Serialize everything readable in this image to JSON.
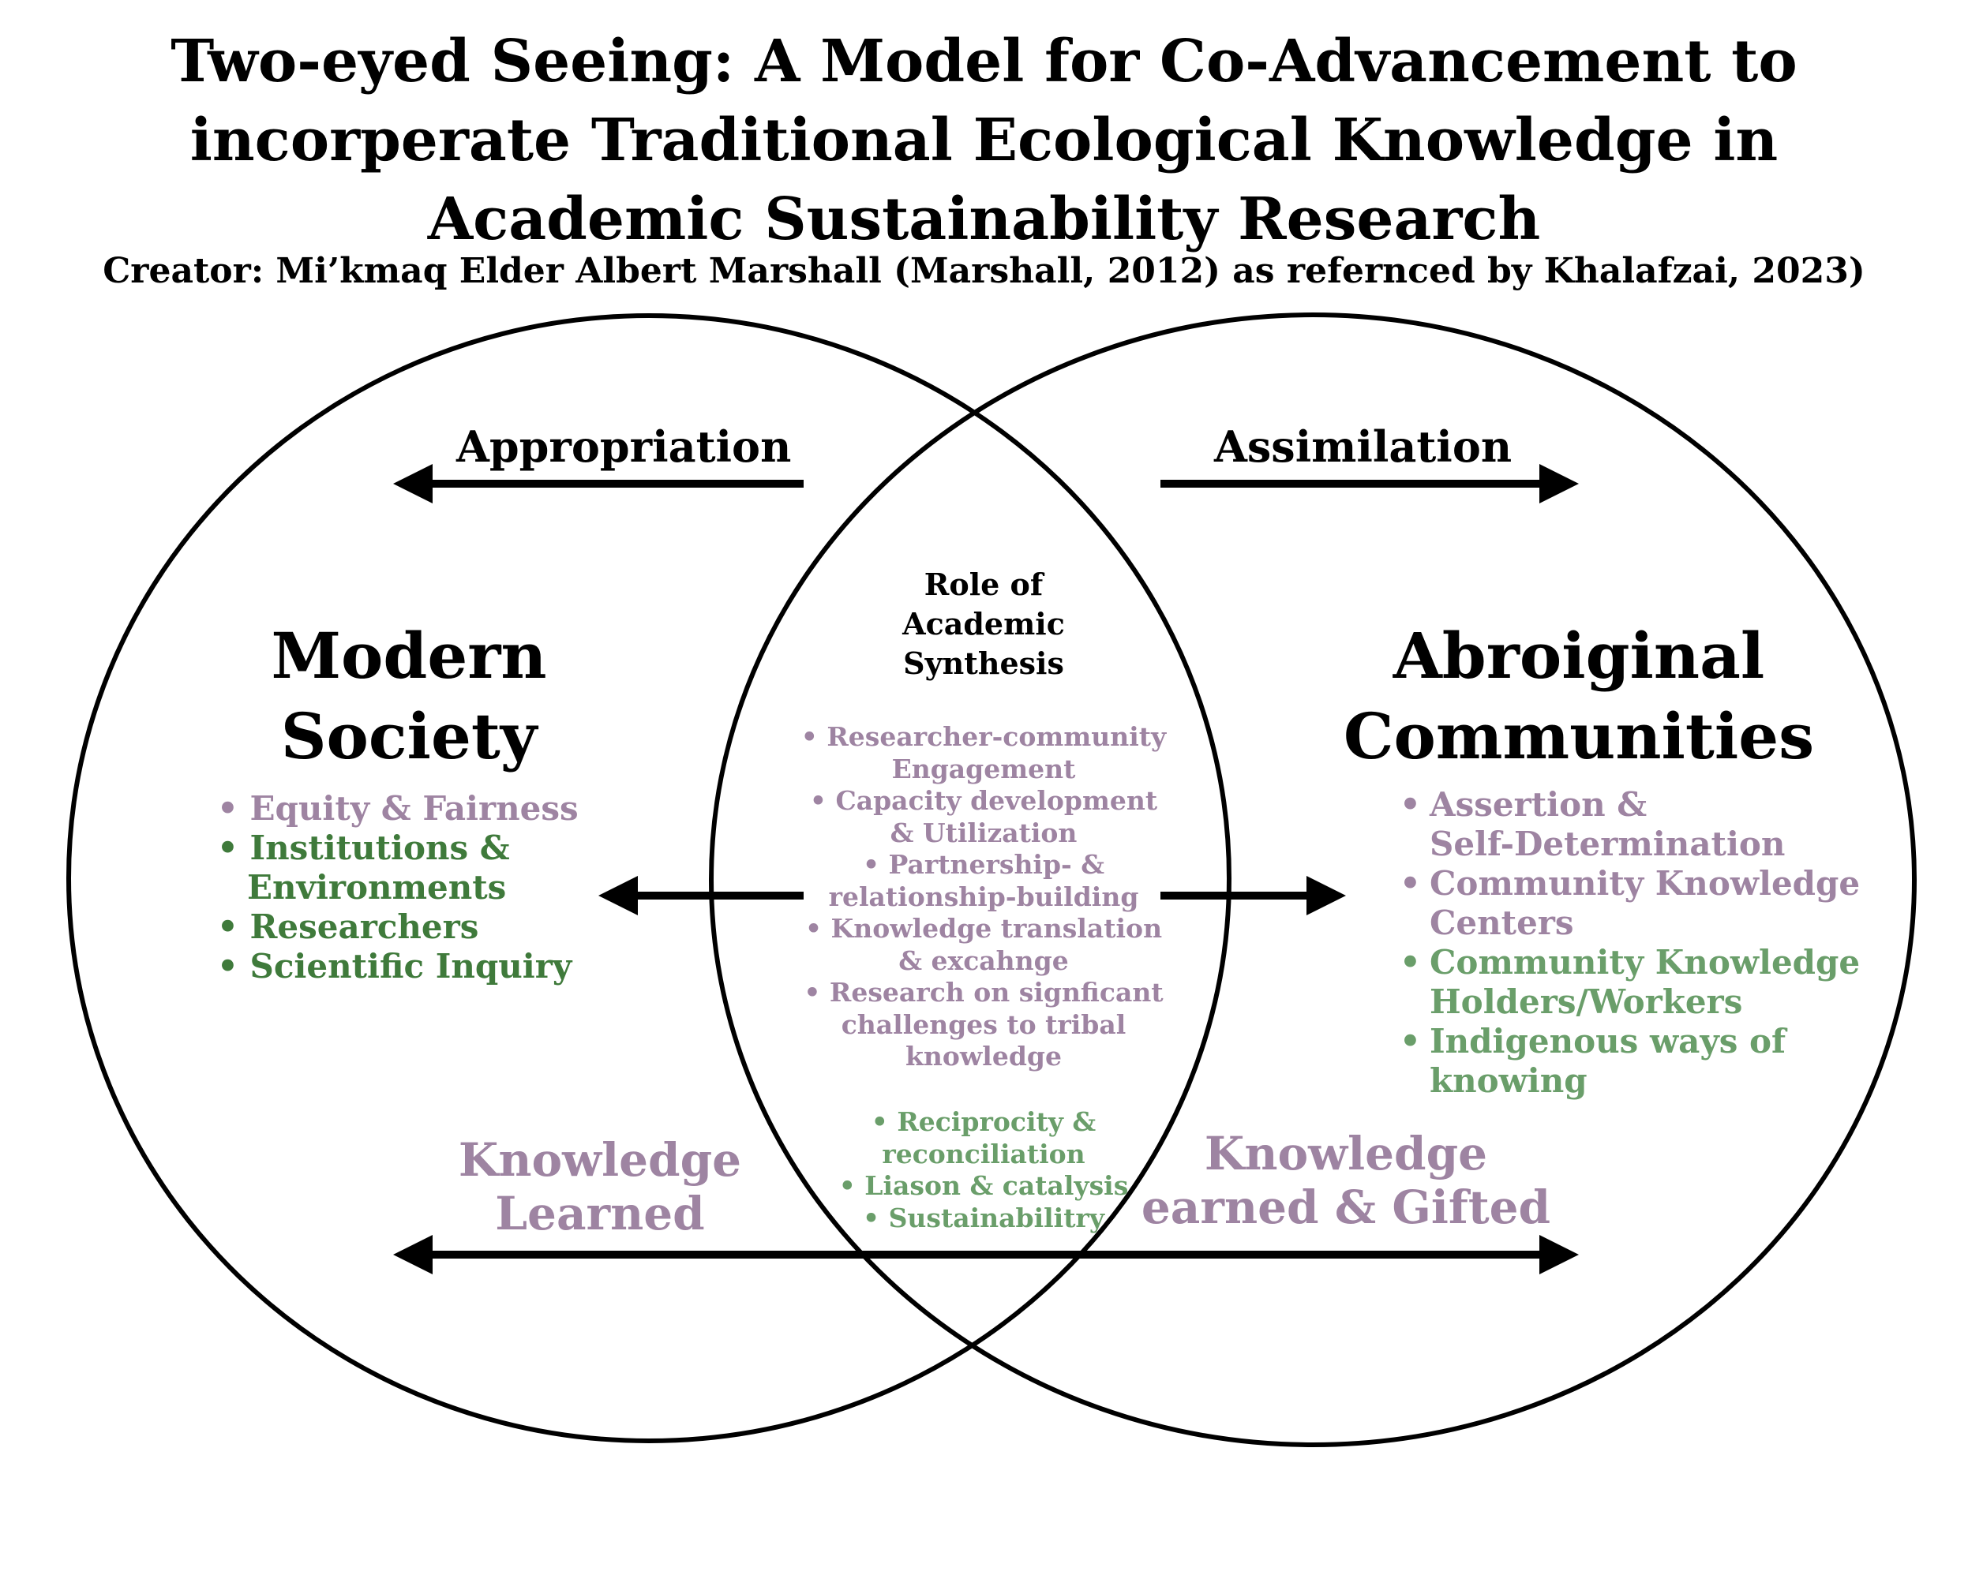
{
  "title": {
    "line1": "Two-eyed Seeing: A Model for Co-Advancement to",
    "line2": "incorperate Traditional Ecological Knowledge in",
    "line3": "Academic Sustainability Research"
  },
  "subtitle": "Creator: Mi’kmaq Elder Albert Marshall (Marshall, 2012) as refernced by Khalafzai, 2023)",
  "arrows": {
    "appropriation": "Appropriation",
    "assimilation": "Assimilation"
  },
  "left": {
    "heading_line1": "Modern",
    "heading_line2": "Society",
    "items": [
      {
        "bullet": "•",
        "text": "Equity & Fairness",
        "tone": "purple"
      },
      {
        "bullet": "•",
        "text": "Institutions &",
        "tone": "green"
      },
      {
        "bullet": "",
        "text": "Environments",
        "tone": "green"
      },
      {
        "bullet": "•",
        "text": "Researchers",
        "tone": "green"
      },
      {
        "bullet": "•",
        "text": "Scientific Inquiry",
        "tone": "green"
      }
    ]
  },
  "right": {
    "heading_line1": "Abroiginal",
    "heading_line2": "Communities",
    "items": [
      {
        "text": "Assertion &",
        "cont": "Self-Determination",
        "tone": "purple"
      },
      {
        "text": "Community Knowledge",
        "cont": "Centers",
        "tone": "purple"
      },
      {
        "text": "Community Knowledge",
        "cont": "Holders/Workers",
        "tone": "green"
      },
      {
        "text": "Indigenous ways of",
        "cont": "knowing",
        "tone": "green"
      }
    ]
  },
  "center": {
    "title_line1": "Role of",
    "title_line2": "Academic",
    "title_line3": "Synthesis",
    "items_purple": [
      {
        "line1": "• Researcher-community",
        "line2": "Engagement"
      },
      {
        "line1": "• Capacity development",
        "line2": "& Utilization"
      },
      {
        "line1": "• Partnership- &",
        "line2": "relationship-building"
      },
      {
        "line1": "• Knowledge translation",
        "line2": "& excahnge"
      },
      {
        "line1": "• Research on signficant",
        "line2": "challenges to tribal",
        "line3": "knowledge"
      }
    ],
    "items_green": [
      {
        "line1": "• Reciprocity &",
        "line2": "reconciliation"
      },
      {
        "line1": "• Liason & catalysis"
      },
      {
        "line1": "• Sustainabilitry"
      }
    ]
  },
  "bottom": {
    "left_line1": "Knowledge",
    "left_line2": "Learned",
    "right_line1": "Knowledge",
    "right_line2": "earned & Gifted"
  },
  "colors": {
    "purple": "#9e84a2",
    "green": "#3f7a3b",
    "green_light": "#6a9e6a"
  }
}
